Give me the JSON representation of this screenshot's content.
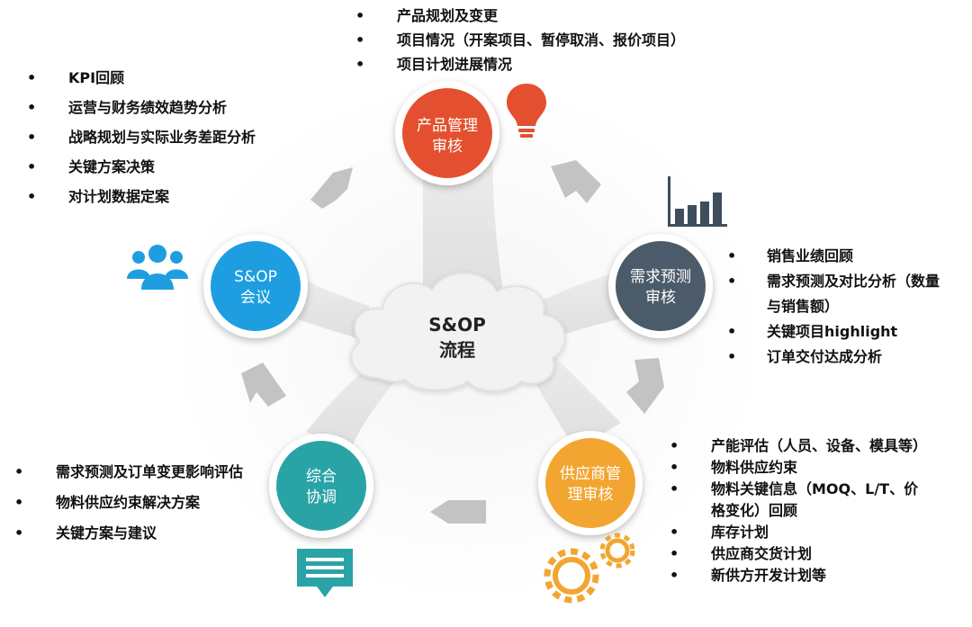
{
  "center": {
    "line1": "S&OP",
    "line2": "流程"
  },
  "nodes": [
    {
      "id": "product",
      "line1": "产品管理",
      "line2": "审核",
      "color": "#e4502f"
    },
    {
      "id": "demand",
      "line1": "需求预测",
      "line2": "审核",
      "color": "#4b5b69"
    },
    {
      "id": "supplier",
      "line1": "供应商管",
      "line2": "理审核",
      "color": "#f2a631"
    },
    {
      "id": "coordination",
      "line1": "综合",
      "line2": "协调",
      "color": "#2aa3a6"
    },
    {
      "id": "meeting",
      "line1": "S&OP",
      "line2": "会议",
      "color": "#1e9ee0"
    }
  ],
  "icons": {
    "product": "lightbulb-icon",
    "demand": "bar-chart-icon",
    "supplier": "gears-icon",
    "coordination": "chat-bubble-icon",
    "meeting": "people-icon"
  },
  "bullets": {
    "top": [
      "产品规划及变更",
      "项目情况（开案项目、暂停取消、报价项目）",
      "项目计划进展情况"
    ],
    "left": [
      "KPI回顾",
      "运营与财务绩效趋势分析",
      "战略规划与实际业务差距分析",
      "关键方案决策",
      "对计划数据定案"
    ],
    "right": [
      "销售业绩回顾",
      "需求预测及对比分析（数量与销售额）",
      "关键项目highlight",
      "订单交付达成分析"
    ],
    "bottom_left": [
      "需求预测及订单变更影响评估",
      "物料供应约束解决方案",
      "关键方案与建议"
    ],
    "bottom_right": [
      "产能评估（人员、设备、模具等）",
      "物料供应约束",
      "物料关键信息（MOQ、L/T、价格变化）回顾",
      "库存计划",
      "供应商交货计划",
      "新供方开发计划等"
    ]
  }
}
